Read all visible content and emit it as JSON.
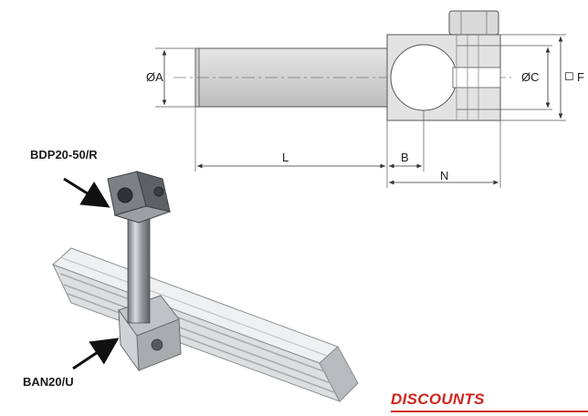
{
  "dimensions": {
    "diameter_a": "ØA",
    "length_l": "L",
    "dim_b": "B",
    "dim_n": "N",
    "diameter_c": "ØC",
    "square_f": "F",
    "square_symbol": "◻"
  },
  "parts": {
    "upper": "BDP20-50/R",
    "lower": "BAN20/U"
  },
  "footer": {
    "discounts": "DISCOUNTS"
  },
  "colors": {
    "accent": "#d1231e"
  }
}
